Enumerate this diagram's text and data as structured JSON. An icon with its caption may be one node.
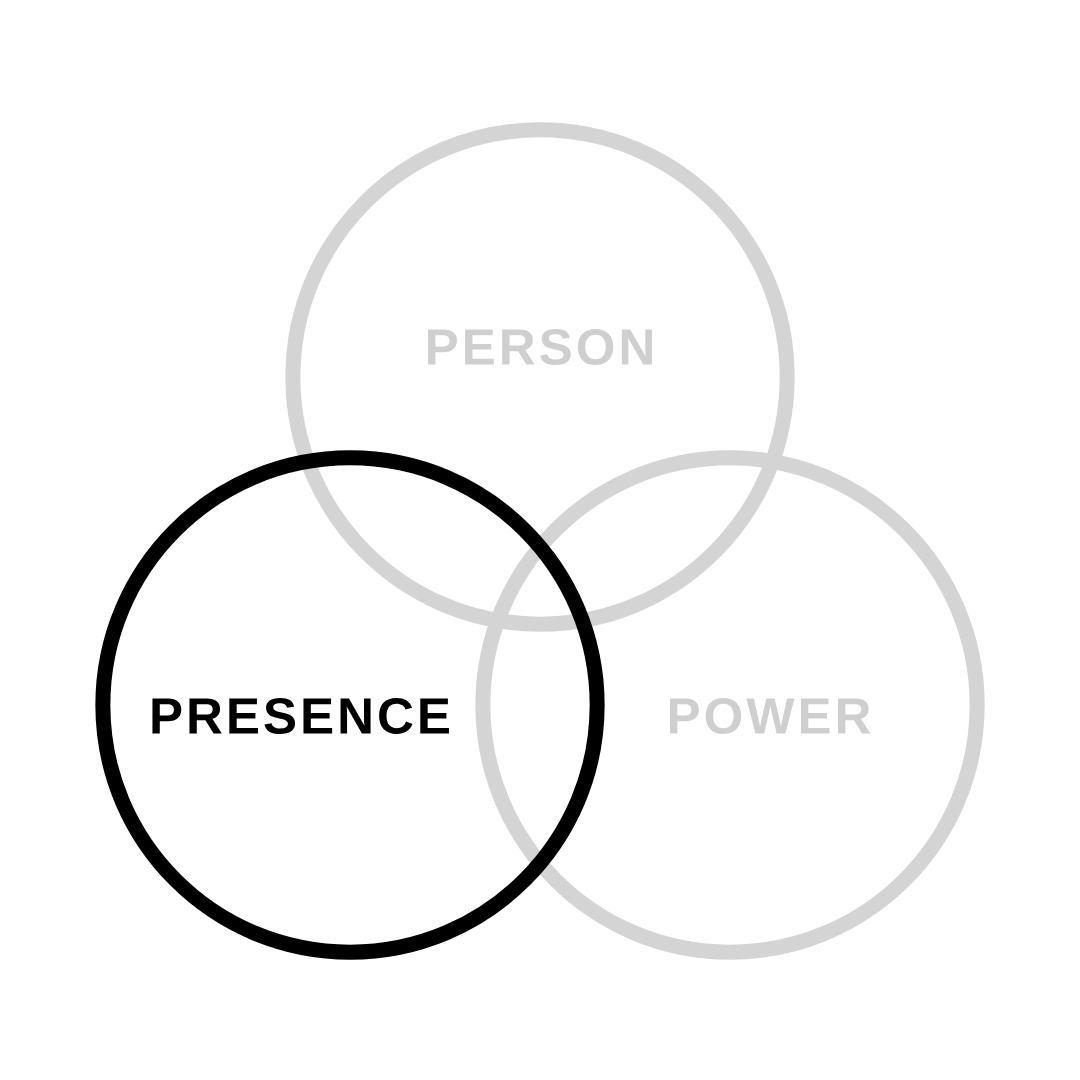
{
  "diagram": {
    "nodes": [
      {
        "text": [
          "PERSON"
        ]
      },
      {
        "text": [
          "PRESENCE"
        ]
      },
      {
        "text": [
          "POWER"
        ]
      }
    ]
  }
}
